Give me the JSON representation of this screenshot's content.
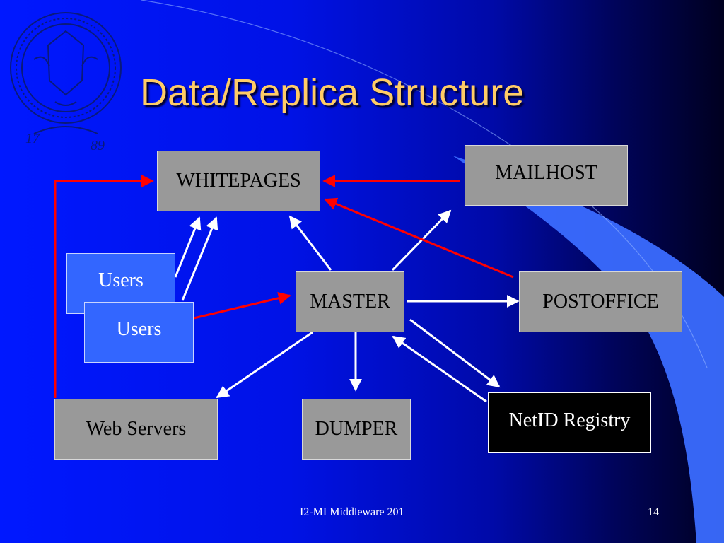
{
  "slide": {
    "title": "Data/Replica Structure",
    "footer_left": "I2-MI Middleware 201",
    "page_number": "14"
  },
  "seal": {
    "year_left": "17",
    "year_right": "89",
    "icon": "university-seal-icon"
  },
  "nodes": {
    "whitepages": "WHITEPAGES",
    "mailhost": "MAILHOST",
    "users_back": "Users",
    "users_front": "Users",
    "master": "MASTER",
    "postoffice": "POSTOFFICE",
    "web_servers": "Web Servers",
    "dumper": "DUMPER",
    "netid_registry": "NetID Registry"
  },
  "colors": {
    "background_left": "#0018ff",
    "background_right": "#000020",
    "title": "#ffcc66",
    "node_gray": "#999999",
    "node_blue": "#3366ff",
    "node_black": "#000000",
    "arrow_white": "#ffffff",
    "arrow_red": "#ff0000"
  }
}
